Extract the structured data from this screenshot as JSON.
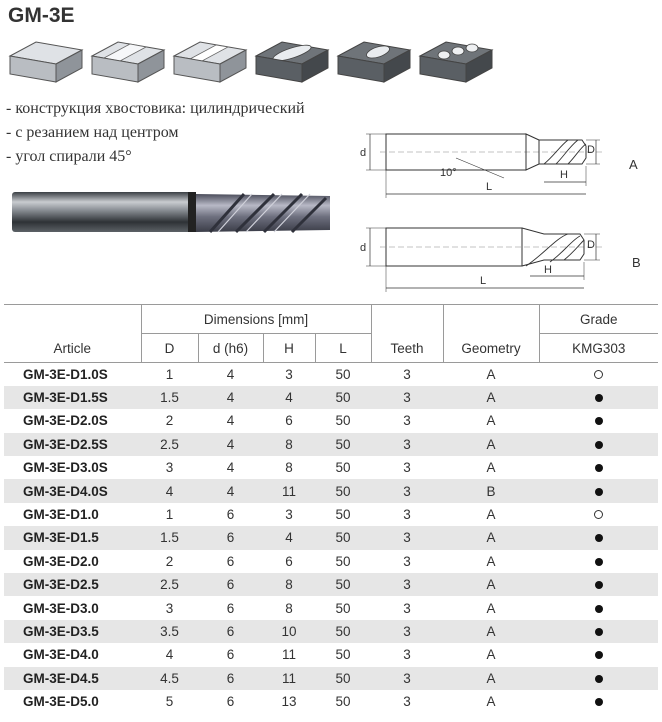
{
  "title": "GM-3E",
  "features": [
    "- конструкция хвостовика: цилиндрический",
    "- с резанием над центром",
    "- угол спирали 45°"
  ],
  "drawing": {
    "label_a": "A",
    "label_b": "B",
    "dim_d_small": "d",
    "dim_D": "D",
    "dim_H": "H",
    "dim_L": "L",
    "angle": "10°"
  },
  "table": {
    "headers": {
      "article": "Article",
      "dimensions": "Dimensions [mm]",
      "D": "D",
      "d": "d (h6)",
      "H": "H",
      "L": "L",
      "teeth": "Teeth",
      "geometry": "Geometry",
      "grade": "Grade",
      "grade_name": "KMG303"
    },
    "rows": [
      {
        "article": "GM-3E-D1.0S",
        "D": "1",
        "d": "4",
        "H": "3",
        "L": "50",
        "teeth": "3",
        "geometry": "A",
        "grade": "open"
      },
      {
        "article": "GM-3E-D1.5S",
        "D": "1.5",
        "d": "4",
        "H": "4",
        "L": "50",
        "teeth": "3",
        "geometry": "A",
        "grade": "filled"
      },
      {
        "article": "GM-3E-D2.0S",
        "D": "2",
        "d": "4",
        "H": "6",
        "L": "50",
        "teeth": "3",
        "geometry": "A",
        "grade": "filled"
      },
      {
        "article": "GM-3E-D2.5S",
        "D": "2.5",
        "d": "4",
        "H": "8",
        "L": "50",
        "teeth": "3",
        "geometry": "A",
        "grade": "filled"
      },
      {
        "article": "GM-3E-D3.0S",
        "D": "3",
        "d": "4",
        "H": "8",
        "L": "50",
        "teeth": "3",
        "geometry": "A",
        "grade": "filled"
      },
      {
        "article": "GM-3E-D4.0S",
        "D": "4",
        "d": "4",
        "H": "11",
        "L": "50",
        "teeth": "3",
        "geometry": "B",
        "grade": "filled"
      },
      {
        "article": "GM-3E-D1.0",
        "D": "1",
        "d": "6",
        "H": "3",
        "L": "50",
        "teeth": "3",
        "geometry": "A",
        "grade": "open"
      },
      {
        "article": "GM-3E-D1.5",
        "D": "1.5",
        "d": "6",
        "H": "4",
        "L": "50",
        "teeth": "3",
        "geometry": "A",
        "grade": "filled"
      },
      {
        "article": "GM-3E-D2.0",
        "D": "2",
        "d": "6",
        "H": "6",
        "L": "50",
        "teeth": "3",
        "geometry": "A",
        "grade": "filled"
      },
      {
        "article": "GM-3E-D2.5",
        "D": "2.5",
        "d": "6",
        "H": "8",
        "L": "50",
        "teeth": "3",
        "geometry": "A",
        "grade": "filled"
      },
      {
        "article": "GM-3E-D3.0",
        "D": "3",
        "d": "6",
        "H": "8",
        "L": "50",
        "teeth": "3",
        "geometry": "A",
        "grade": "filled"
      },
      {
        "article": "GM-3E-D3.5",
        "D": "3.5",
        "d": "6",
        "H": "10",
        "L": "50",
        "teeth": "3",
        "geometry": "A",
        "grade": "filled"
      },
      {
        "article": "GM-3E-D4.0",
        "D": "4",
        "d": "6",
        "H": "11",
        "L": "50",
        "teeth": "3",
        "geometry": "A",
        "grade": "filled"
      },
      {
        "article": "GM-3E-D4.5",
        "D": "4.5",
        "d": "6",
        "H": "11",
        "L": "50",
        "teeth": "3",
        "geometry": "A",
        "grade": "filled"
      },
      {
        "article": "GM-3E-D5.0",
        "D": "5",
        "d": "6",
        "H": "13",
        "L": "50",
        "teeth": "3",
        "geometry": "A",
        "grade": "filled"
      }
    ]
  }
}
